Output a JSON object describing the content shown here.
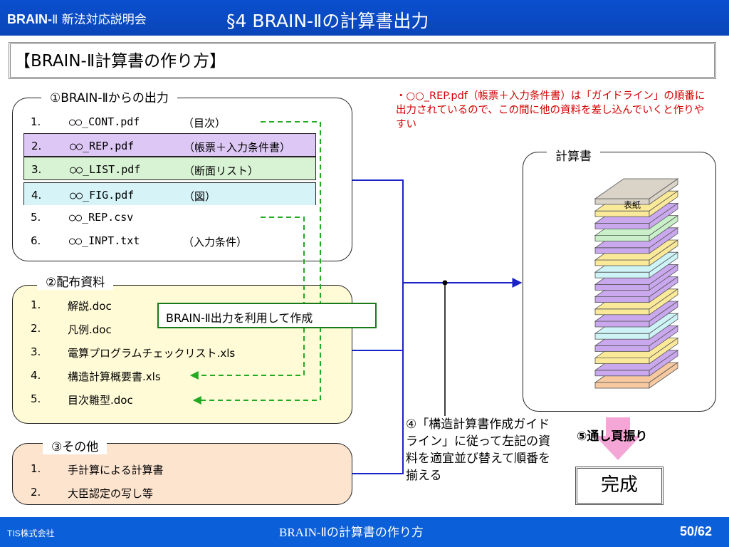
{
  "header": {
    "brand_bold": "BRAIN-",
    "brand_rest": "Ⅱ  新法対応説明会",
    "title": "§4  BRAIN-Ⅱの計算書出力"
  },
  "subtitle": "【BRAIN-Ⅱ計算書の作り方】",
  "group1": {
    "title": "①BRAIN-Ⅱからの出力",
    "rows": [
      {
        "num": "1.",
        "name": "○○_CONT.pdf",
        "note": "（目次）",
        "color": "#ffffff"
      },
      {
        "num": "2.",
        "name": "○○_REP.pdf",
        "note": "（帳票＋入力条件書）",
        "color": "#ddc8f5"
      },
      {
        "num": "3.",
        "name": "○○_LIST.pdf",
        "note": "（断面リスト）",
        "color": "#d8f3d4"
      },
      {
        "num": "4.",
        "name": "○○_FIG.pdf",
        "note": "（図）",
        "color": "#d6f3f8"
      },
      {
        "num": "5.",
        "name": "○○_REP.csv",
        "note": "",
        "color": "#ffffff"
      },
      {
        "num": "6.",
        "name": "○○_INPT.txt",
        "note": "（入力条件）",
        "color": "#ffffff"
      }
    ]
  },
  "group2": {
    "title": "②配布資料",
    "items": [
      {
        "num": "1.",
        "text": "解説.doc"
      },
      {
        "num": "2.",
        "text": "凡例.doc"
      },
      {
        "num": "3.",
        "text": "電算プログラムチェックリスト.xls"
      },
      {
        "num": "4.",
        "text": "構造計算概要書.xls"
      },
      {
        "num": "5.",
        "text": "目次雛型.doc"
      }
    ]
  },
  "callout": "BRAIN-Ⅱ出力を利用して作成",
  "group3": {
    "title": "③その他",
    "items": [
      {
        "num": "1.",
        "text": "手計算による計算書"
      },
      {
        "num": "2.",
        "text": "大臣認定の写し等"
      }
    ]
  },
  "red_note": "・○○_REP.pdf（帳票＋入力条件書）は「ガイドライン」の順番に出力されているので、この間に他の資料を差し込んでいくと作りやすい",
  "document": {
    "title": "計算書",
    "cover_label": "表紙"
  },
  "step4": "④「構造計算書作成ガイドライン」に従って左記の資料を適宜並び替えて順番を揃える",
  "step5": "⑤通し頁振り",
  "done": "完成",
  "footer": {
    "company": "TIS株式会社",
    "title": "BRAIN-Ⅱの計算書の作り方",
    "page": "50/62"
  },
  "colors": {
    "header_blue": "#0a4fcf",
    "footer_blue": "#0b5fd8",
    "arrow_blue": "#1a22c8",
    "dashed_green": "#22aa22",
    "note_red": "#d20000",
    "arrow_pink": "#f4a6d6"
  },
  "icons": [
    "down-arrow-icon",
    "right-arrow-icon"
  ]
}
